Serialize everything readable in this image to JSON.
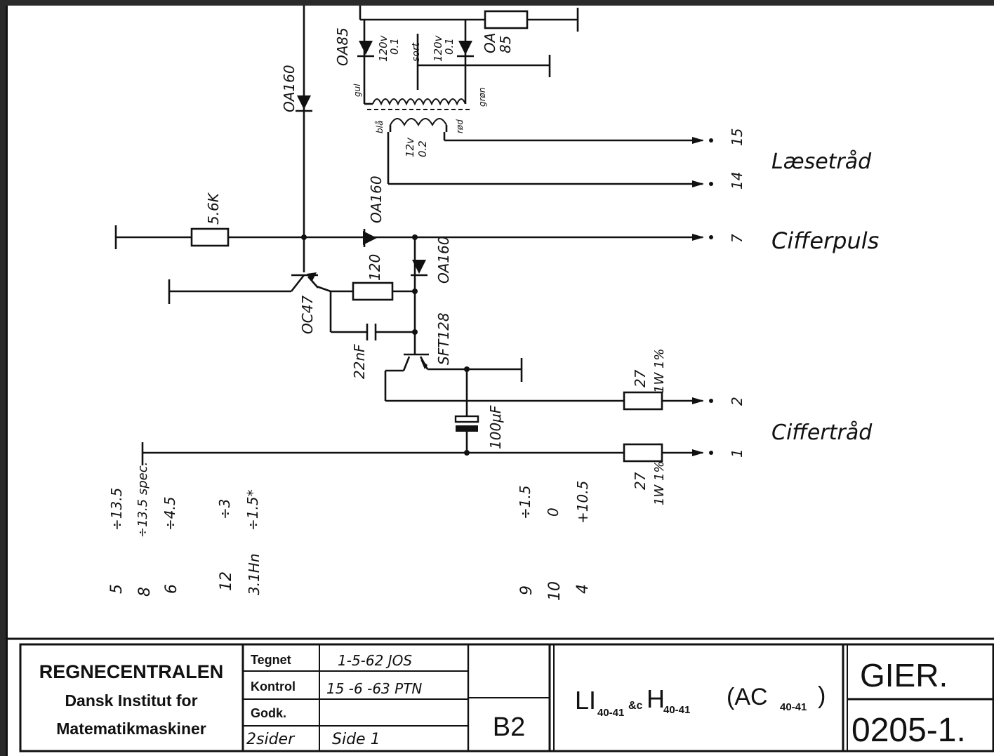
{
  "schematic": {
    "components": {
      "diode_top": "OA160",
      "diode_mid": "OA160",
      "diode_right": "OA160",
      "resistor_56k": "5.6K",
      "resistor_120": "120",
      "transistor_1": "OC47",
      "transistor_2": "SFT128",
      "capacitor_22n": "22nF",
      "capacitor_100u": "100μF",
      "resistor_27a_value": "27",
      "resistor_27a_rating": "1W 1%",
      "resistor_27b_value": "27",
      "resistor_27b_rating": "1W 1%",
      "diode_oa85_left": "OA85",
      "diode_oa85_right_line1": "OA",
      "diode_oa85_right_line2": "85",
      "transformer_sec1_v": "120v",
      "transformer_sec1_a": "0.1",
      "transformer_sec2_v": "120v",
      "transformer_sec2_a": "0.1",
      "transformer_pri_v": "12v",
      "transformer_pri_a": "0.2",
      "wire_gul": "gul",
      "wire_sort": "sort",
      "wire_gron": "grøn",
      "wire_bla": "blå",
      "wire_rod": "rød"
    },
    "terminals": {
      "t15": "15",
      "t14": "14",
      "t7": "7",
      "t2": "2",
      "t1": "1"
    },
    "signal_labels": {
      "read_wire": "Læsetråd",
      "digit_pulse": "Cifferpuls",
      "digit_wire": "Ciffertråd"
    },
    "supply_table": [
      {
        "pin": "5",
        "voltage": "÷13.5"
      },
      {
        "pin": "8",
        "voltage": "÷13.5 spec."
      },
      {
        "pin": "6",
        "voltage": "÷4.5"
      },
      {
        "pin": "12",
        "voltage": "÷3"
      },
      {
        "pin": "3.1Hn",
        "voltage": "÷1.5*"
      },
      {
        "pin": "9",
        "voltage": "÷1.5"
      },
      {
        "pin": "10",
        "voltage": "0"
      },
      {
        "pin": "4",
        "voltage": "+10.5"
      }
    ]
  },
  "title_block": {
    "company_line1": "REGNECENTRALEN",
    "company_line2": "Dansk Institut for",
    "company_line3": "Matematikmaskiner",
    "tegnet_label": "Tegnet",
    "tegnet_value": "1-5-62  JOS",
    "kontrol_label": "Kontrol",
    "kontrol_value": "15 -6 -63  PTN",
    "godk_label": "Godk.",
    "godk_value": "",
    "sider_label": "2sider",
    "side_value": "Side 1",
    "sheet_code": "B2",
    "title_main_1": "LI",
    "title_sub_1": "40-41",
    "title_and": "&c",
    "title_main_2": "H",
    "title_sub_2": "40-41",
    "title_paren_open": "(AC",
    "title_sub_3": "40-41",
    "title_paren_close": ")",
    "project": "GIER.",
    "drawing_number": "0205-1."
  }
}
